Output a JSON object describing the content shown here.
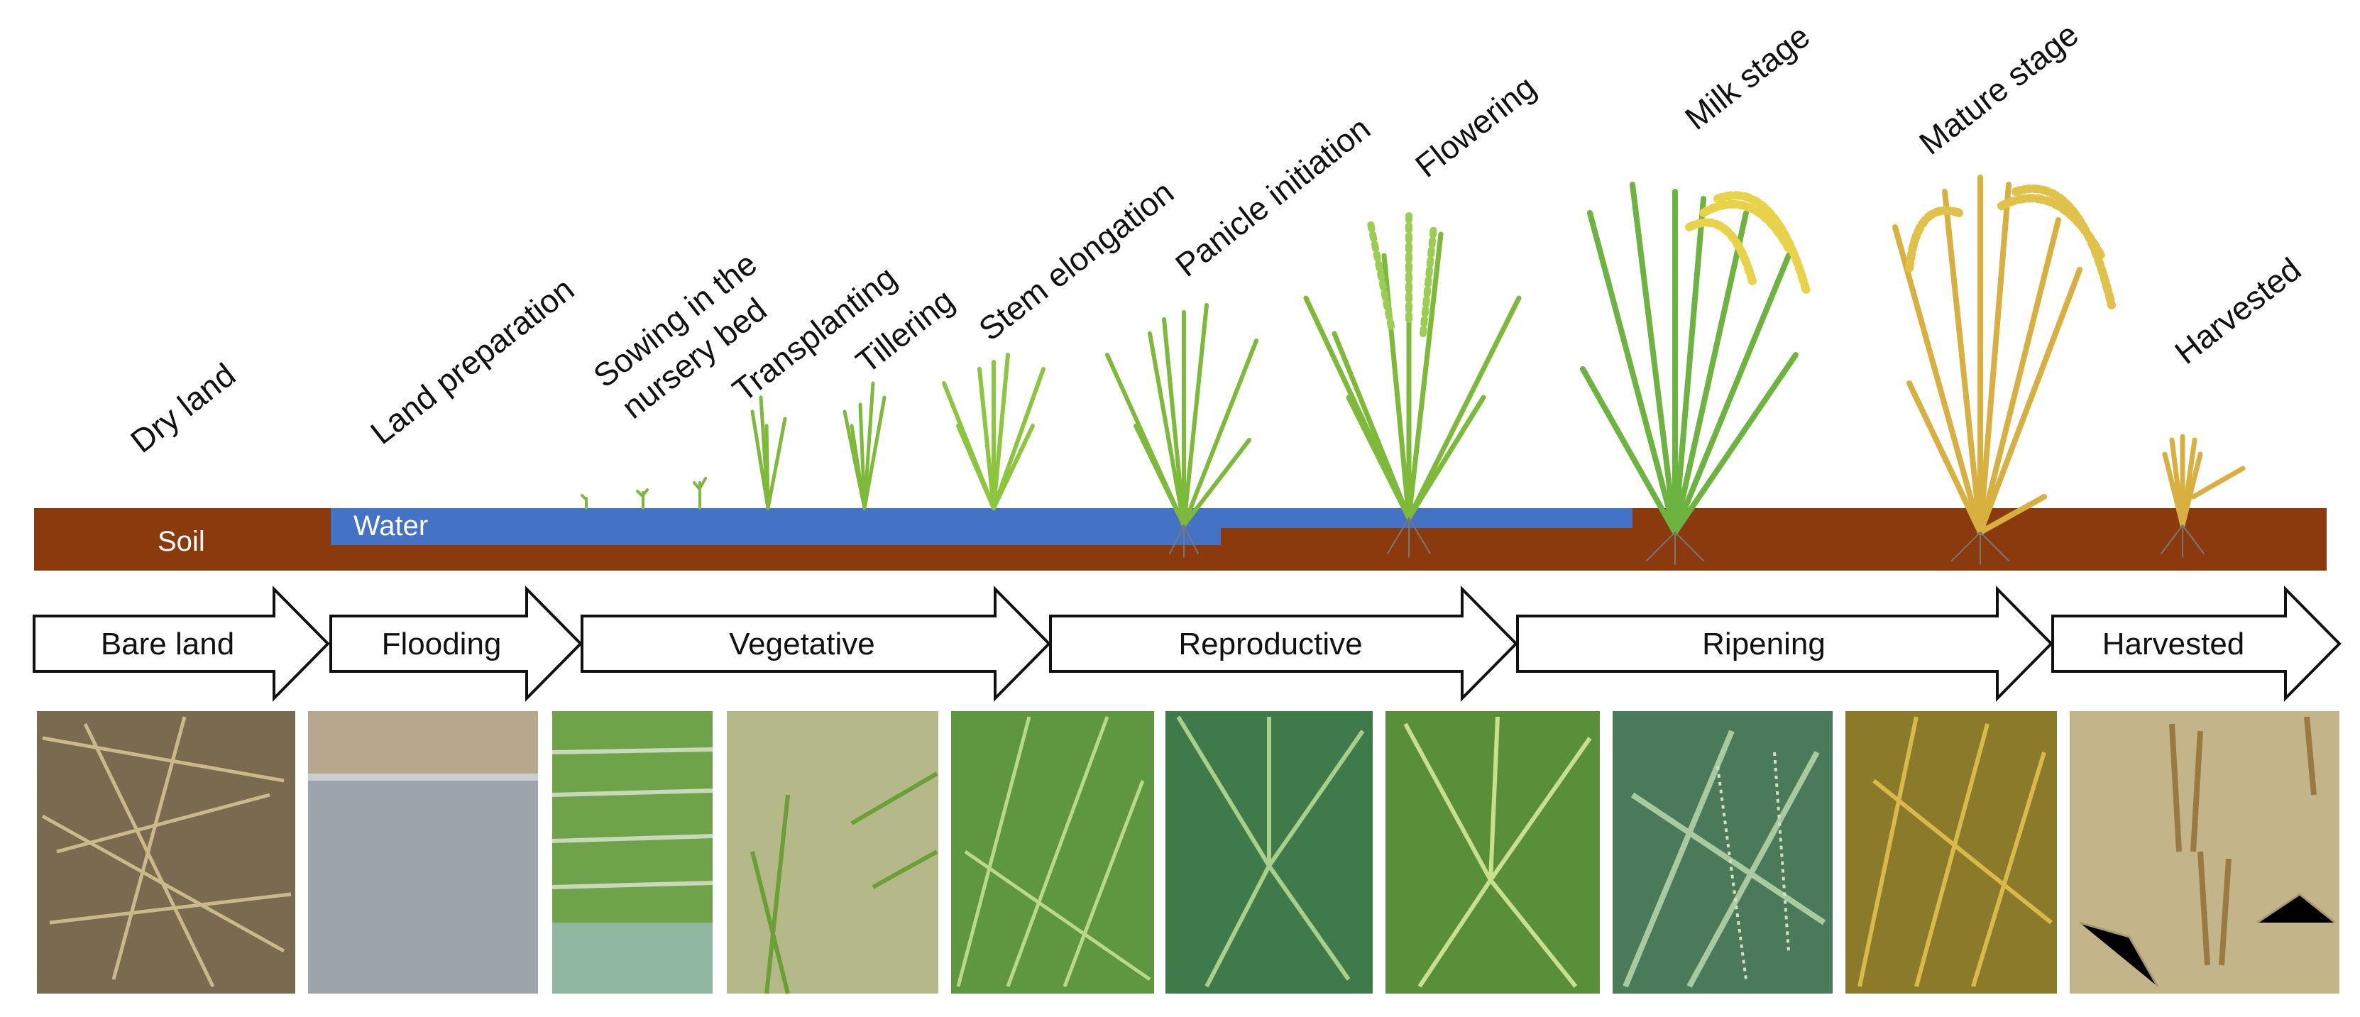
{
  "stages": [
    {
      "label": "Dry land"
    },
    {
      "label": "Land preparation"
    },
    {
      "label": "Sowing in the"
    },
    {
      "label": "nursery bed"
    },
    {
      "label": "Transplanting"
    },
    {
      "label": "Tillering"
    },
    {
      "label": "Stem elongation"
    },
    {
      "label": "Panicle initiation"
    },
    {
      "label": "Flowering"
    },
    {
      "label": "Milk stage"
    },
    {
      "label": "Mature stage"
    },
    {
      "label": "Harvested"
    }
  ],
  "field": {
    "soil_label": "Soil",
    "water_label": "Water",
    "soil_color": "#8B3A0E",
    "water_color": "#4472C4"
  },
  "phases": [
    {
      "label": "Bare land"
    },
    {
      "label": "Flooding"
    },
    {
      "label": "Vegetative"
    },
    {
      "label": "Reproductive"
    },
    {
      "label": "Ripening"
    },
    {
      "label": "Harvested"
    }
  ],
  "colors": {
    "leaf_green": "#7DBA3A",
    "dark_green": "#5A9A2A",
    "straw_gold": "#D8B040",
    "grain_yellow": "#E8D24A"
  }
}
